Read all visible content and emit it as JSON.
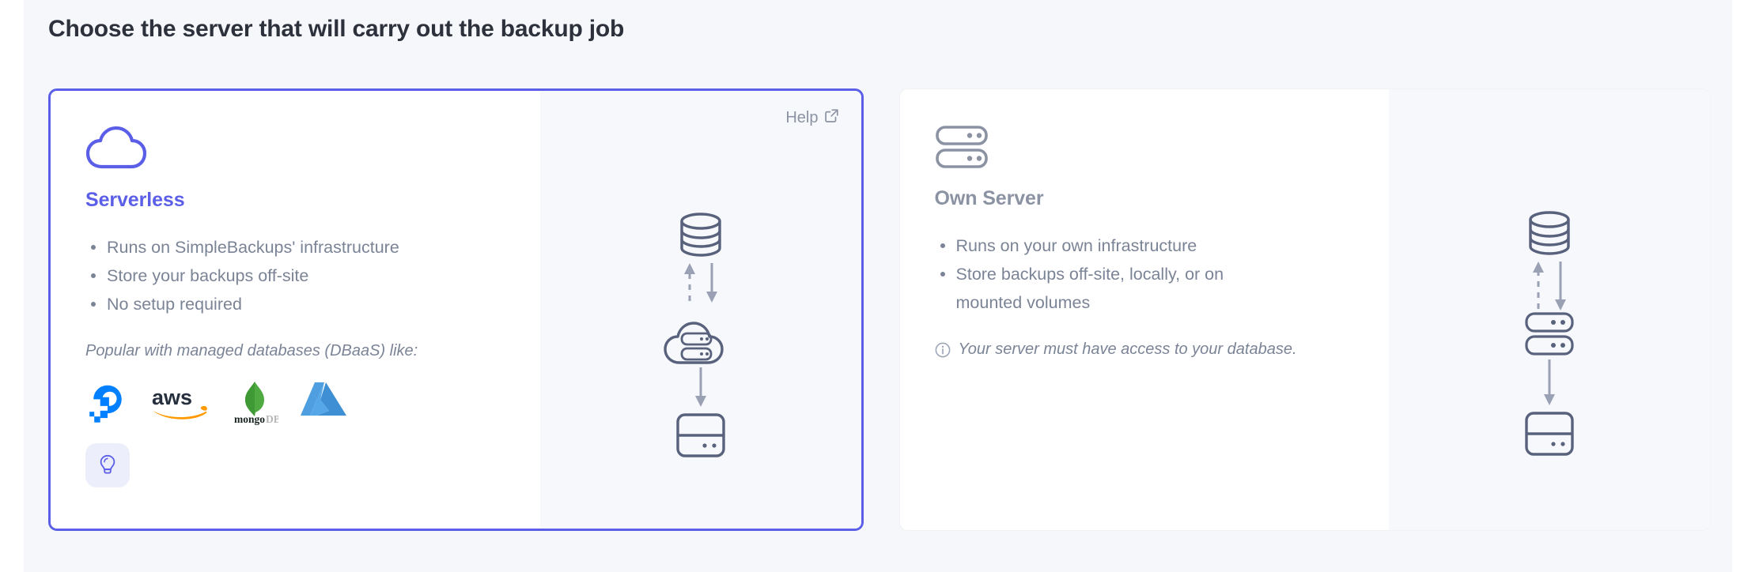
{
  "page": {
    "title": "Choose the server that will carry out the backup job",
    "background_color": "#f6f7fb",
    "accent_color": "#5b5fe8",
    "muted_color": "#8b93a3"
  },
  "cards": [
    {
      "id": "serverless",
      "selected": true,
      "icon": "cloud-icon",
      "title": "Serverless",
      "bullets": [
        "Runs on SimpleBackups' infrastructure",
        "Store your backups off-site",
        "No setup required"
      ],
      "note": "Popular with managed databases (DBaaS) like:",
      "note_icon": "",
      "logos": [
        {
          "name": "digitalocean-logo",
          "label": "DigitalOcean"
        },
        {
          "name": "aws-logo",
          "label": "aws"
        },
        {
          "name": "mongodb-logo",
          "label": "mongoDB"
        },
        {
          "name": "azure-logo",
          "label": "Azure"
        }
      ],
      "tip_button": {
        "icon": "lightbulb-icon",
        "label": ""
      },
      "help": {
        "label": "Help",
        "icon": "external-link-icon"
      },
      "diagram": {
        "nodes": [
          "database-icon",
          "cloud-server-icon",
          "storage-icon"
        ],
        "arrows": [
          "dashed-up-arrow",
          "solid-down-arrow",
          "solid-down-arrow"
        ]
      }
    },
    {
      "id": "own-server",
      "selected": false,
      "icon": "server-rack-icon",
      "title": "Own Server",
      "bullets": [
        "Runs on your own infrastructure",
        "Store backups off-site, locally, or on mounted volumes"
      ],
      "note": "Your server must have access to your database.",
      "note_icon": "info-circle-icon",
      "logos": [],
      "tip_button": null,
      "help": null,
      "diagram": {
        "nodes": [
          "database-icon",
          "server-rack-icon",
          "storage-icon"
        ],
        "arrows": [
          "dashed-up-arrow",
          "solid-down-arrow",
          "solid-down-arrow"
        ]
      }
    }
  ]
}
